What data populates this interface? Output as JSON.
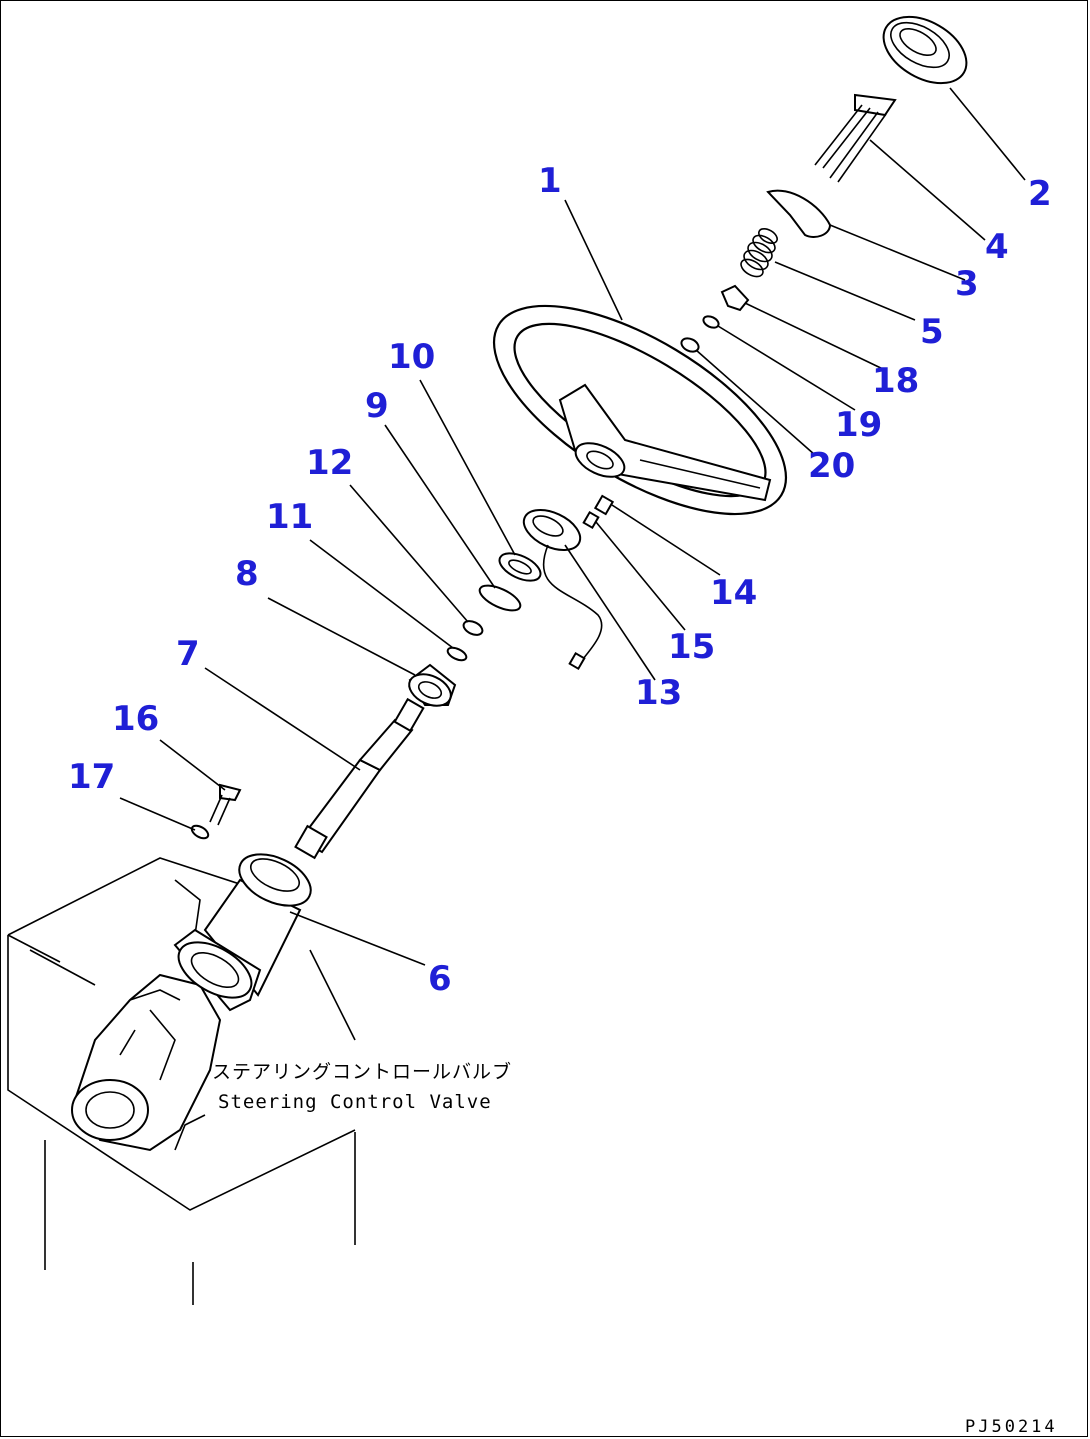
{
  "labels": {
    "p1": "1",
    "p2": "2",
    "p3": "3",
    "p4": "4",
    "p5": "5",
    "p6": "6",
    "p7": "7",
    "p8": "8",
    "p9": "9",
    "p10": "10",
    "p11": "11",
    "p12": "12",
    "p13": "13",
    "p14": "14",
    "p15": "15",
    "p16": "16",
    "p17": "17",
    "p18": "18",
    "p19": "19",
    "p20": "20"
  },
  "note": {
    "jp": "ステアリングコントロールバルブ",
    "en": "Steering Control Valve"
  },
  "drawing_code": "PJ50214",
  "colors": {
    "label": "#1f1fd6",
    "line": "#000000",
    "background": "#ffffff"
  }
}
